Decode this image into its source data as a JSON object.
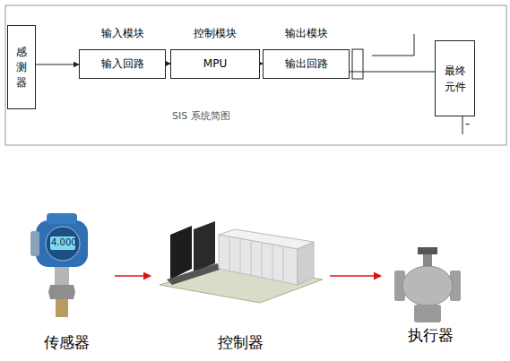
{
  "diagram": {
    "nodes": [
      {
        "text": [
          "感测器"
        ]
      },
      {
        "text": [
          "输入模块",
          "输入回路"
        ]
      },
      {
        "text": [
          "控制模块",
          "MPU"
        ]
      },
      {
        "text": [
          "输出模块",
          "输出回路"
        ]
      },
      {
        "text": [
          "最终元件"
        ]
      },
      {
        "text": [
          "传感器"
        ]
      },
      {
        "text": [
          "控制器"
        ]
      },
      {
        "text": [
          "执行器"
        ]
      }
    ],
    "edges": [
      {
        "from": 0,
        "to": 1,
        "arrow": "to"
      },
      {
        "from": 1,
        "to": 2,
        "arrow": "to"
      },
      {
        "from": 2,
        "to": 3,
        "arrow": "to"
      },
      {
        "from": 3,
        "to": 4,
        "arrow": "none"
      },
      {
        "from": 5,
        "to": 6,
        "arrow": "to"
      },
      {
        "from": 6,
        "to": 7,
        "arrow": "to"
      }
    ],
    "labels": [
      "SIS 系统简图",
      "4.000",
      "-"
    ]
  }
}
